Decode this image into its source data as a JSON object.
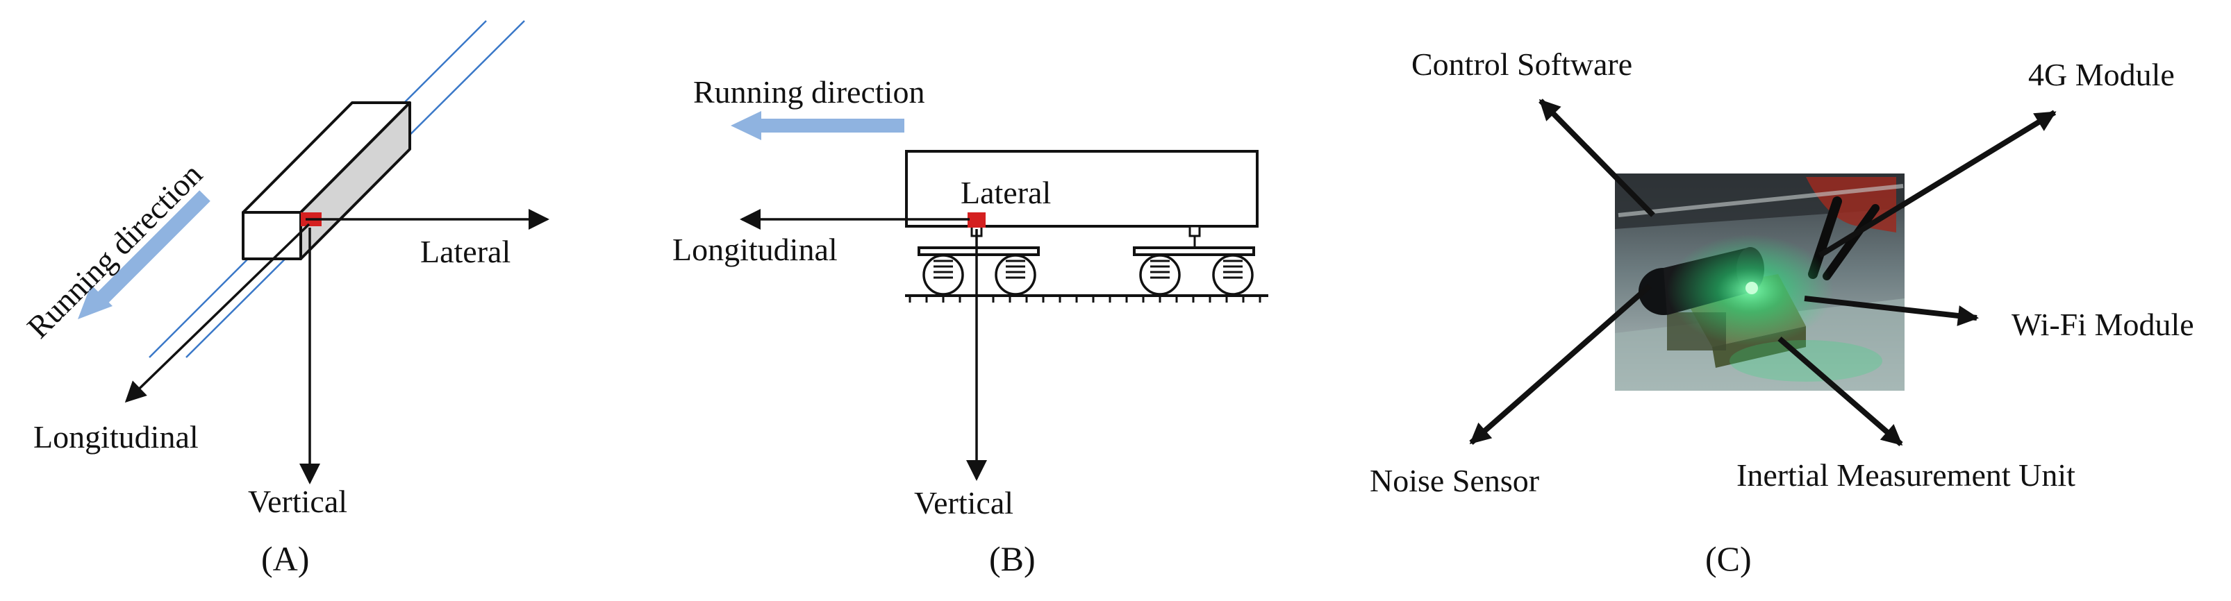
{
  "panels": {
    "a": {
      "caption": "(A)",
      "running_direction": "Running direction",
      "lateral": "Lateral",
      "longitudinal": "Longitudinal",
      "vertical": "Vertical"
    },
    "b": {
      "caption": "(B)",
      "running_direction": "Running direction",
      "lateral": "Lateral",
      "longitudinal": "Longitudinal",
      "vertical": "Vertical"
    },
    "c": {
      "caption": "(C)",
      "control_software": "Control Software",
      "module_4g": "4G Module",
      "wifi_module": "Wi-Fi Module",
      "noise_sensor": "Noise Sensor",
      "imu": "Inertial Measurement Unit"
    }
  },
  "colors": {
    "arrow": "#111111",
    "running_arrow": "#8fb3e0",
    "rail_line": "#3a78c8",
    "sensor": "#d42020",
    "car_side": "#d4d4d4",
    "photo_led": "#27e07a"
  }
}
